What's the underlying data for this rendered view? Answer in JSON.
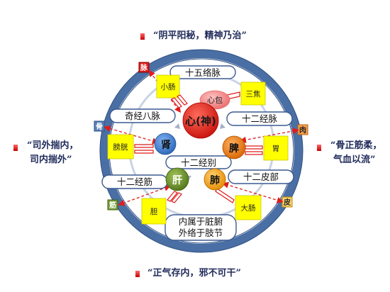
{
  "quotes": {
    "top": "“阴平阳秘，精神乃治”",
    "left": [
      "“司外揣内，",
      "司内揣外”"
    ],
    "right": [
      "“骨正筋柔，",
      "气血以流”"
    ],
    "bottom": "“正气存内，邪不可干”"
  },
  "ring_tags": {
    "mai": "脉",
    "gu": "骨",
    "rou": "肉",
    "jin": "筋",
    "pi": "皮"
  },
  "organs": {
    "xin": "心(神)",
    "xinbao": "心包",
    "shen": "肾",
    "pi": "脾",
    "gan": "肝",
    "fei": "肺"
  },
  "bowels": {
    "xiaochang": "小肠",
    "sanjiao": "三焦",
    "pangguang": "膀胱",
    "wei": "胃",
    "dan": "胆",
    "dachang": "大肠"
  },
  "channel_labels": {
    "shiwu_luomai": "十五络脉",
    "qijing_bamai": "奇经八脉",
    "shier_jingmai": "十二经脉",
    "shier_jingbie": "十二经别",
    "shier_jingjin": "十二经筋",
    "shier_pibu": "十二皮部",
    "neishu_line1": "内属于脏腑",
    "neishu_line2": "外络于肢节"
  },
  "colors": {
    "outer_ring": "#4a6fa5",
    "xin": "#e8201a",
    "xinbao": "#f08a8a",
    "shen": "#3b7fd4",
    "pi": "#ef7e14",
    "gan": "#6b8e23",
    "fei": "#f6a21a",
    "bowel_box": "#ffff00",
    "arrow_red": "#e11b1b"
  }
}
